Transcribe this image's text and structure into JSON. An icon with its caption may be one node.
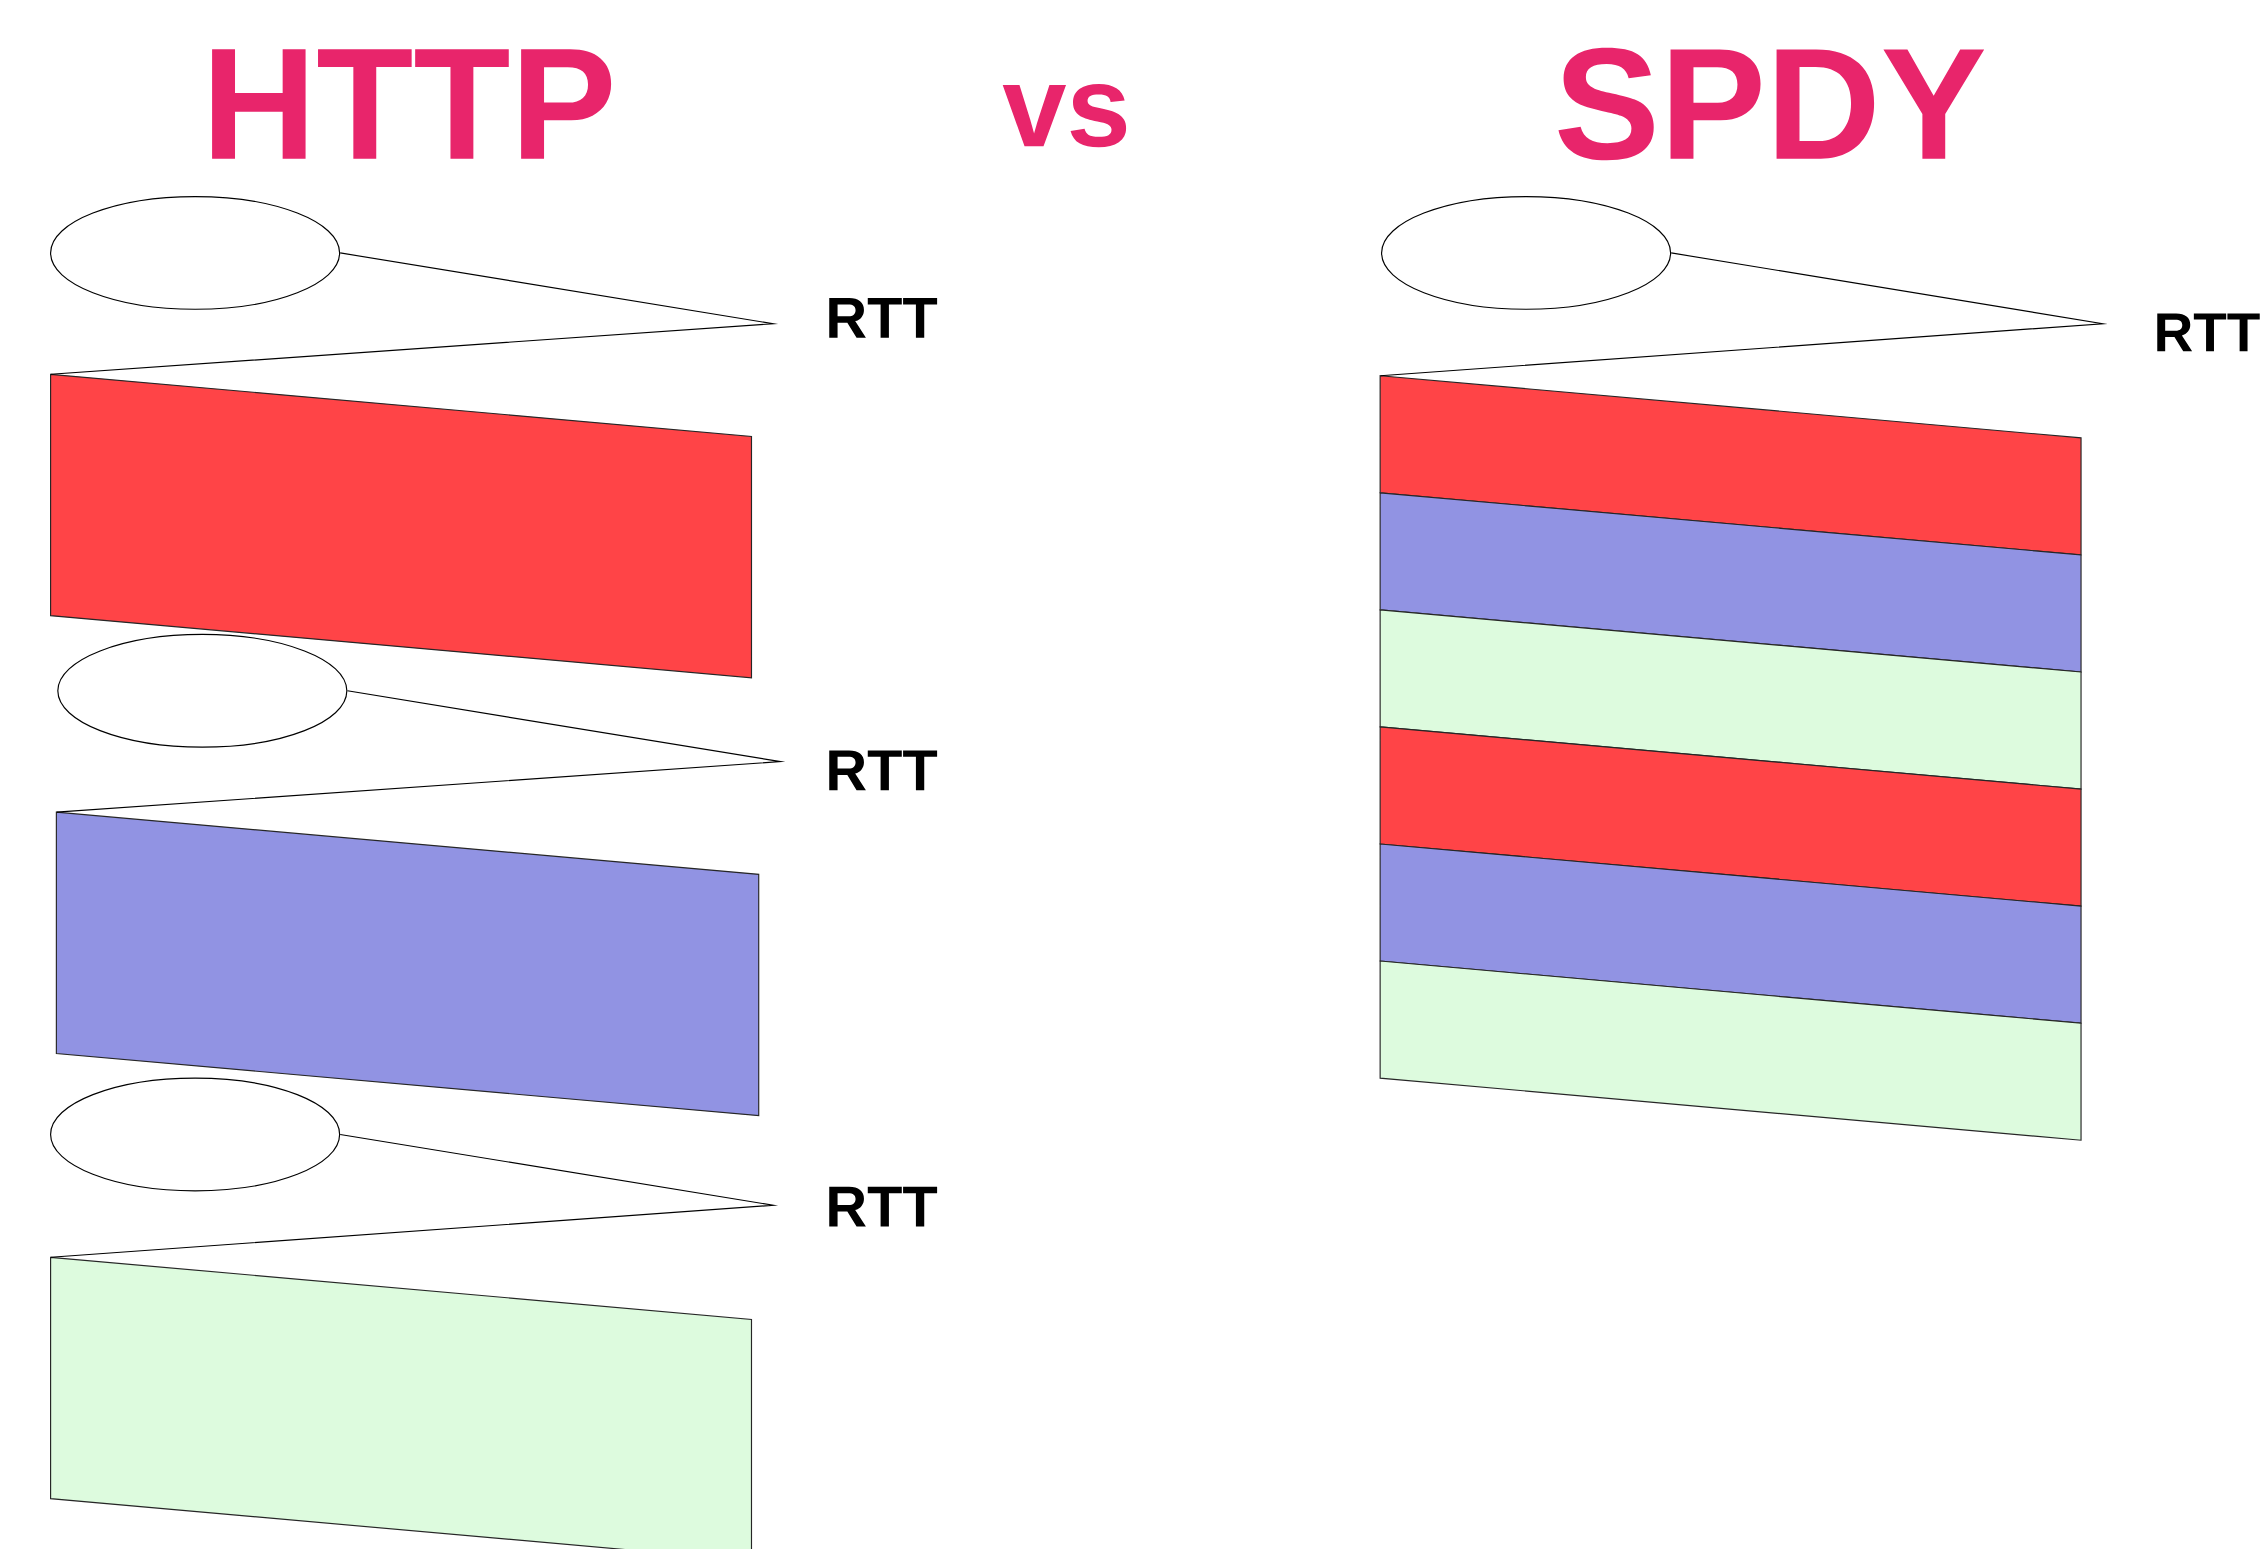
{
  "diagram": {
    "nodes": [
      {
        "text": [],
        "shape": "ellipse"
      },
      {
        "text": [],
        "shape": "bar"
      },
      {
        "text": [],
        "shape": "ellipse"
      },
      {
        "text": [],
        "shape": "bar"
      },
      {
        "text": [],
        "shape": "ellipse"
      },
      {
        "text": [],
        "shape": "bar"
      },
      {
        "text": [],
        "shape": "ellipse"
      },
      {
        "text": [],
        "shape": "bar"
      },
      {
        "text": [],
        "shape": "bar"
      },
      {
        "text": [],
        "shape": "bar"
      },
      {
        "text": [],
        "shape": "bar"
      },
      {
        "text": [],
        "shape": "bar"
      },
      {
        "text": [],
        "shape": "bar"
      }
    ],
    "edges": [
      {
        "from": 0,
        "to": 1,
        "arrow": "none"
      },
      {
        "from": 2,
        "to": 3,
        "arrow": "none"
      },
      {
        "from": 4,
        "to": 5,
        "arrow": "none"
      },
      {
        "from": 6,
        "to": 7,
        "arrow": "none"
      }
    ],
    "labels": [
      "HTTP",
      "vs",
      "SPDY",
      "RTT",
      "RTT",
      "RTT",
      "RTT"
    ]
  }
}
